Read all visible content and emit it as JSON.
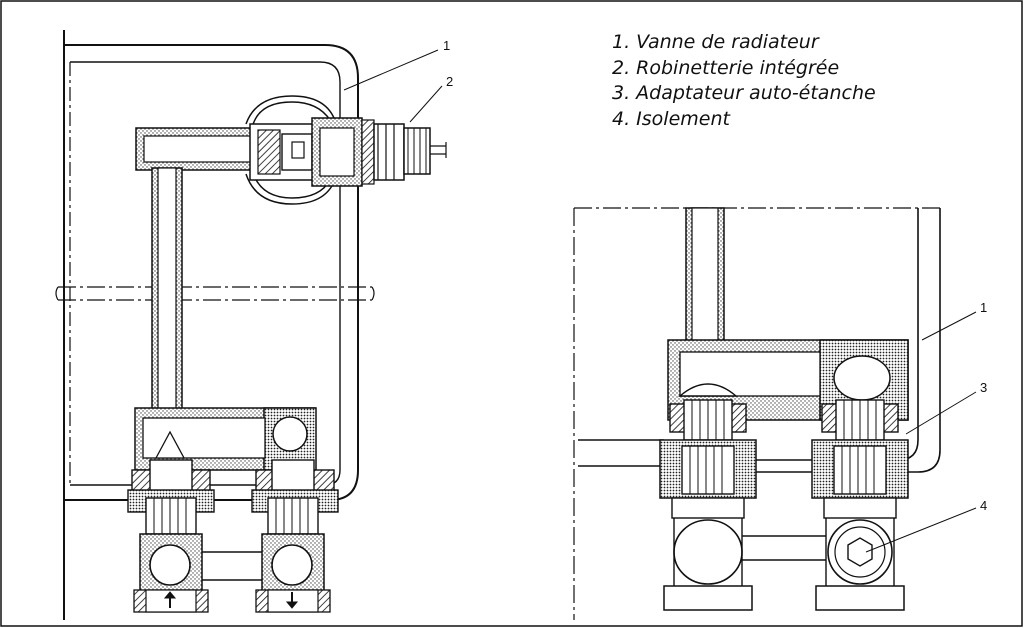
{
  "legend": {
    "items": [
      "1. Vanne de radiateur",
      "2. Robinetterie intégrée",
      "3. Adaptateur auto-étanche",
      "4. Isolement"
    ]
  },
  "callouts": {
    "left": [
      "1",
      "2"
    ],
    "right": [
      "1",
      "3",
      "4"
    ]
  }
}
